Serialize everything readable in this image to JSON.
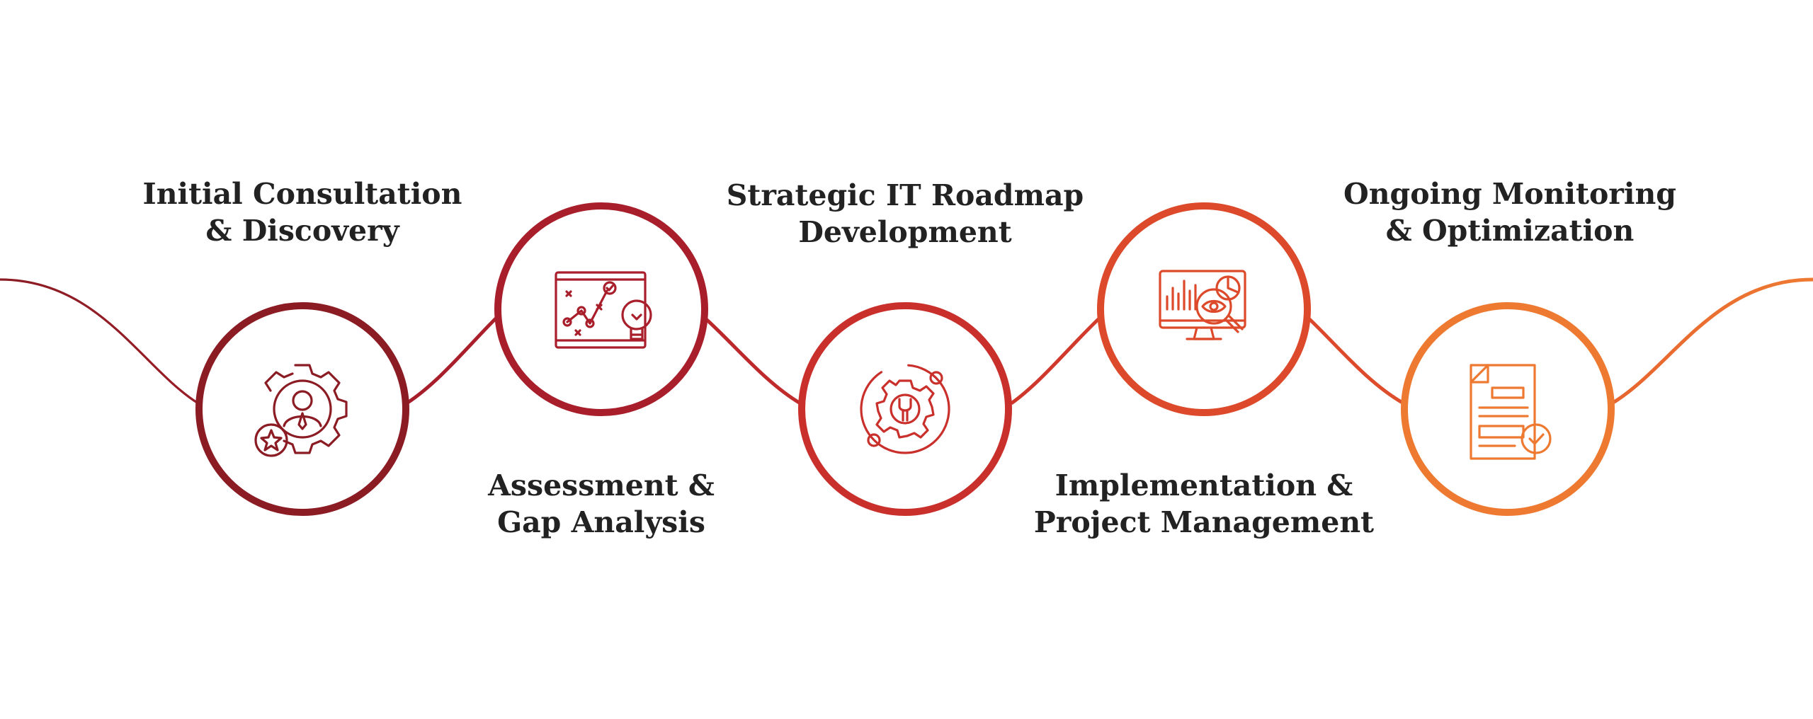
{
  "colors": {
    "step1": "#8b1c24",
    "step2": "#a81e2b",
    "step3": "#c9302c",
    "step4": "#dd4a2b",
    "step5": "#ee7a32",
    "text": "#222222"
  },
  "steps": [
    {
      "lines": [
        "Initial Consultation",
        "& Discovery"
      ],
      "icon": "gear-person-star-icon"
    },
    {
      "lines": [
        "Assessment &",
        "Gap Analysis"
      ],
      "icon": "strategy-board-lightbulb-icon"
    },
    {
      "lines": [
        "Strategic IT Roadmap",
        "Development"
      ],
      "icon": "gear-wrench-orbit-icon"
    },
    {
      "lines": [
        "Implementation &",
        "Project Management"
      ],
      "icon": "monitor-analytics-eye-icon"
    },
    {
      "lines": [
        "Ongoing Monitoring",
        "& Optimization"
      ],
      "icon": "document-checkmark-icon"
    }
  ]
}
